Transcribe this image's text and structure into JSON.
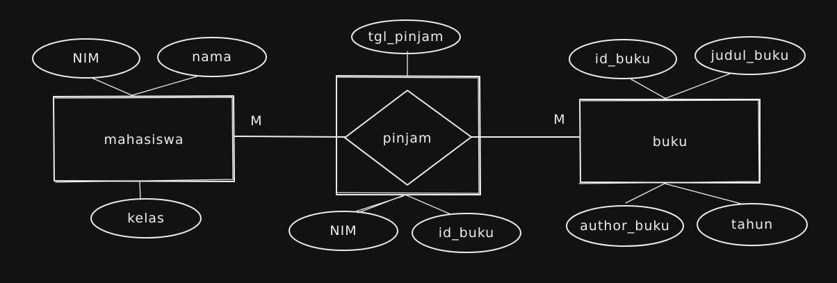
{
  "entities": {
    "mahasiswa": {
      "label": "mahasiswa"
    },
    "buku": {
      "label": "buku"
    }
  },
  "relationship": {
    "label": "pinjam"
  },
  "attributes": {
    "mahasiswa_nim": "NIM",
    "mahasiswa_nama": "nama",
    "mahasiswa_kelas": "kelas",
    "pinjam_tgl": "tgl_pinjam",
    "pinjam_nim": "NIM",
    "pinjam_id_buku": "id_buku",
    "buku_id": "id_buku",
    "buku_judul": "judul_buku",
    "buku_author": "author_buku",
    "buku_tahun": "tahun"
  },
  "cardinality": {
    "left": "M",
    "right": "M"
  },
  "colors": {
    "background": "#121212",
    "stroke": "#ececec"
  }
}
